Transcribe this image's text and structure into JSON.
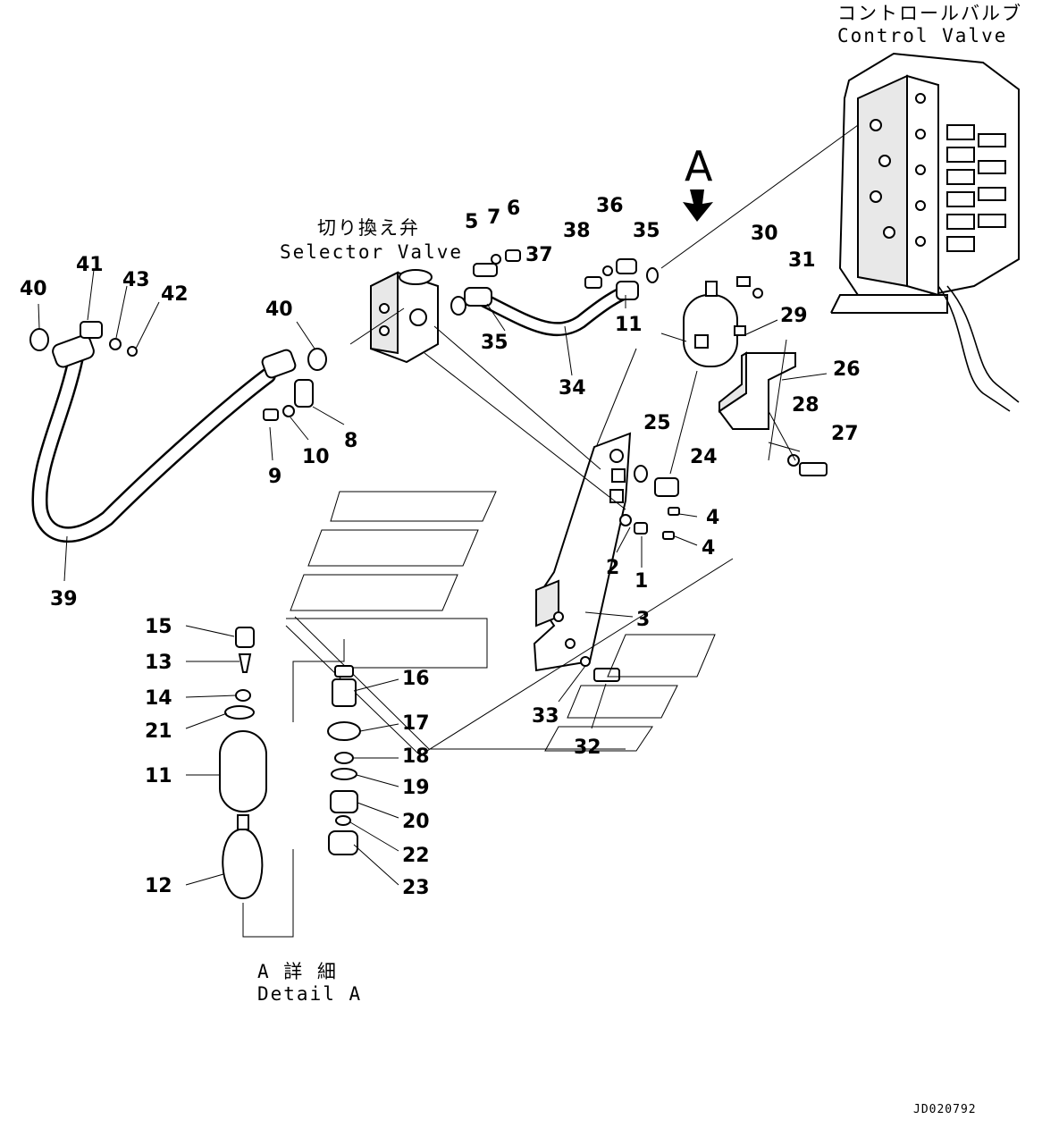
{
  "captions": {
    "control_valve_jp": "コントロールバルブ",
    "control_valve_en": "Control Valve",
    "selector_valve_jp": "切り換え弁",
    "selector_valve_en": "Selector Valve",
    "detail_a_jp": "A 詳 細",
    "detail_a_en": "Detail A",
    "view_arrow": "A",
    "drawing_ref": "JD020792"
  },
  "callouts": [
    "1",
    "2",
    "3",
    "4",
    "4",
    "5",
    "6",
    "7",
    "8",
    "9",
    "10",
    "11",
    "11",
    "12",
    "13",
    "14",
    "15",
    "16",
    "17",
    "18",
    "19",
    "20",
    "21",
    "22",
    "23",
    "24",
    "25",
    "26",
    "27",
    "28",
    "29",
    "30",
    "31",
    "32",
    "33",
    "34",
    "35",
    "35",
    "36",
    "37",
    "38",
    "39",
    "40",
    "40",
    "41",
    "42",
    "43"
  ]
}
